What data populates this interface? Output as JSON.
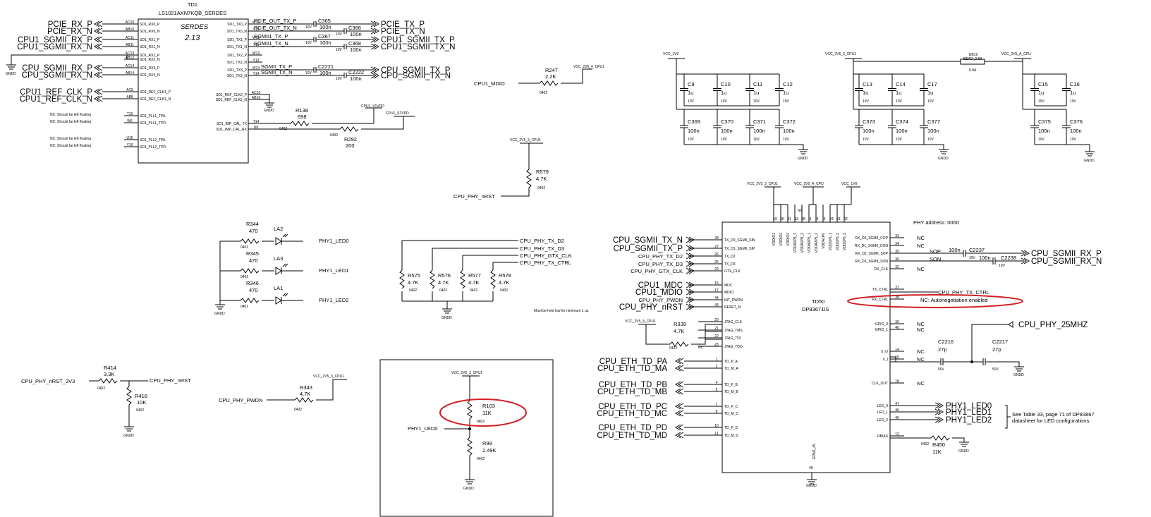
{
  "serdes": {
    "refdes": "TD1",
    "part": "LS1021AXN7KQB_SERDES",
    "handwritten": "SERDES\n2.13",
    "left_nets": [
      "PCIE_RX_P",
      "PCIE_RX_N",
      "CPU1_SGMII_RX_P",
      "CPU1_SGMII_RX_N",
      "CPU_SGMII_RX_P",
      "CPU_SGMII_RX_N",
      "CPU1_REF_CLK_P",
      "CPU1_REF_CLK_N"
    ],
    "left_pins": [
      {
        "num": "AC10",
        "name": "SD1_RX0_P"
      },
      {
        "num": "AB10",
        "name": "SD1_RX0_N"
      },
      {
        "num": "AC11",
        "name": "SD1_RX1_P"
      },
      {
        "num": "AB11",
        "name": "SD1_RX1_N"
      },
      {
        "num": "AC13",
        "name": "SD1_RX2_P"
      },
      {
        "num": "AB13",
        "name": "SD1_RX2_N"
      },
      {
        "num": "AC14",
        "name": "SD1_RX3_P"
      },
      {
        "num": "AB14",
        "name": "SD1_RX3_N"
      },
      {
        "num": "AC8",
        "name": "SD1_REF_CLK1_P"
      },
      {
        "num": "AB8",
        "name": "SD1_REF_CLK1_N"
      },
      {
        "num": "T10",
        "name": "SD1_PLL1_TPA"
      },
      {
        "num": "W6",
        "name": "SD1_PLL1_TPD"
      },
      {
        "num": "U15",
        "name": "SD1_PLL2_TPA"
      },
      {
        "num": "Y16",
        "name": "SD1_PLL2_TPD"
      }
    ],
    "right_pins": [
      {
        "num": "W10",
        "name": "SD1_TX0_P"
      },
      {
        "num": "Y10",
        "name": "SD1_TX0_N"
      },
      {
        "num": "W11",
        "name": "SD1_TX1_P"
      },
      {
        "num": "Y11",
        "name": "SD1_TX1_N"
      },
      {
        "num": "W13",
        "name": "SD1_TX2_P"
      },
      {
        "num": "Y13",
        "name": "SD1_TX2_N"
      },
      {
        "num": "W14",
        "name": "SD1_TX3_P"
      },
      {
        "num": "Y14",
        "name": "SD1_TX3_N"
      },
      {
        "num": "AC16",
        "name": "SD1_REF_CLK2_P"
      },
      {
        "num": "AB16",
        "name": "SD1_REF_CLK2_N"
      },
      {
        "num": "T14",
        "name": "SD1_IMP_CAL_TX"
      },
      {
        "num": "U8",
        "name": "SD1_IMP_CAL_RX"
      }
    ],
    "nc_note": "NC: Should be left floating",
    "tx_nets": [
      "PCIE_OUT_TX_P",
      "PCIE_OUT_TX_N",
      "SGMII1_TX_P",
      "SGMII1_TX_N",
      "SGMII_TX_P",
      "SGMII_TX_N"
    ],
    "tx_caps": [
      "C365",
      "C366",
      "C367",
      "C368",
      "C2221",
      "C2222"
    ],
    "cap_100n": "100n",
    "cap_10v": "10V",
    "tx_out": [
      "PCIE_TX_P",
      "PCIE_TX_N",
      "CPU1_SGMII_TX_P",
      "CPU1_SGMII_TX_N",
      "CPU_SGMII_TX_P",
      "CPU_SGMII_TX_N"
    ],
    "r138": {
      "ref": "R138",
      "val": "698"
    },
    "r292": {
      "ref": "R292",
      "val": "200"
    },
    "x1vdd": "CPU1_X1VDD",
    "s1vdd": "CPU1_S1VDD",
    "pkg": "0402"
  },
  "gnd": "GNDD",
  "mdio": {
    "net": "CPU1_MDIO",
    "ref": "R247",
    "val": "2.2K",
    "rail": "VCC_2V5_4_CPU1"
  },
  "r579": {
    "ref": "R579",
    "val": "4.7K",
    "rail": "VCC_2V5_3_CPU1",
    "net": "CPU_PHY_nRST"
  },
  "decap1": {
    "rail": "VCC_1V0",
    "row1": [
      "C9",
      "C10",
      "C11",
      "C12"
    ],
    "row1_val": "1u",
    "row2": [
      "C369",
      "C370",
      "C371",
      "C372"
    ],
    "row2_val": "100n"
  },
  "decap2": {
    "rail": "VCC_2V5_3_CPU1",
    "row1": [
      "C13",
      "C14",
      "C17"
    ],
    "row1_val": "1u",
    "row2": [
      "C373",
      "C374",
      "C377"
    ],
    "row2_val": "100n"
  },
  "bead": {
    "ref": "EB19",
    "val": "BEAD_0.9A",
    "cur": "0.9A"
  },
  "decap3": {
    "rail": "VCC_2V5_A_CPU",
    "row1": [
      "C15",
      "C16"
    ],
    "row1_val": "1u",
    "row2": [
      "C375",
      "C376"
    ],
    "row2_val": "100n"
  },
  "leds": [
    {
      "r": "R344",
      "val": "470",
      "d": "LA2",
      "net": "PHY1_LED0"
    },
    {
      "r": "R345",
      "val": "470",
      "d": "LA3",
      "net": "PHY1_LED1"
    },
    {
      "r": "R346",
      "val": "470",
      "d": "LA1",
      "net": "PHY1_LED2"
    }
  ],
  "pullups": {
    "nets": [
      "CPU_PHY_TX_D2",
      "CPU_PHY_TX_D3",
      "CPU_PHY_GTX_CLK",
      "CPU_PHY_TX_CTRL"
    ],
    "res": [
      {
        "r": "R575",
        "v": "4.7K"
      },
      {
        "r": "R576",
        "v": "4.7K"
      },
      {
        "r": "R577",
        "v": "4.7K"
      },
      {
        "r": "R578",
        "v": "4.7K"
      }
    ]
  },
  "r414": {
    "ref": "R414",
    "val": "3.3K",
    "in": "CPU_PHY_nRST_3V3",
    "out": "CPU_PHY_nRST"
  },
  "r418": {
    "ref": "R418",
    "val": "10K"
  },
  "r343": {
    "ref": "R343",
    "val": "4.7K",
    "net": "CPU_PHY_PWDN",
    "rail": "VCC_2V5_3_CPU1"
  },
  "strap": {
    "rail": "VCC_2V5_3_CPU1",
    "r103": "R103",
    "v103": "11K",
    "net": "PHY1_LED0",
    "r99": "R99",
    "v99": "2.49K"
  },
  "phy": {
    "refdes": "TD50",
    "part": "DP83671IS",
    "top_rails": [
      "VCC_2V5_3_CPU1",
      "VCC_2V5_A_CPU",
      "VCC_1V0"
    ],
    "nc": "NC",
    "top_pins": [
      {
        "n": "19",
        "name": "VDDIO1"
      },
      {
        "n": "30",
        "name": "VDDIO2"
      },
      {
        "n": "41",
        "name": "VDDIO3"
      },
      {
        "n": "13",
        "name": "VDDA1P8_1"
      },
      {
        "n": "48",
        "name": "VDDA1P8_2"
      },
      {
        "n": "3",
        "name": "VDDA2P5_1"
      },
      {
        "n": "9",
        "name": "VDDA2P5_2"
      },
      {
        "n": "6",
        "name": "VDDA1P0"
      },
      {
        "n": "24",
        "name": "VDD1P0_1"
      },
      {
        "n": "31",
        "name": "VDD1P0_2"
      },
      {
        "n": "42",
        "name": "VDD1P0_3"
      }
    ],
    "phy_addr": "PHY address: 0000",
    "left_nets": [
      "CPU_SGMII_TX_N",
      "CPU_SGMII_TX_P",
      "CPU_PHY_TX_D2",
      "CPU_PHY_TX_D3",
      "CPU_PHY_GTX_CLK",
      "CPU1_MDC",
      "CPU1_MDIO",
      "CPU_PHY_PWDN",
      "CPU_PHY_nRST"
    ],
    "left_pins": [
      {
        "n": "28",
        "name": "TX_D0_SGMII_SIN"
      },
      {
        "n": "27",
        "name": "TX_D1_SGMII_SIP"
      },
      {
        "n": "26",
        "name": "TX_D2"
      },
      {
        "n": "25",
        "name": "TX_D3"
      },
      {
        "n": "29",
        "name": "GTX_CLK"
      },
      {
        "n": "16",
        "name": "MDC"
      },
      {
        "n": "17",
        "name": "MDIO"
      },
      {
        "n": "44",
        "name": "INT_PWDN"
      },
      {
        "n": "43",
        "name": "RESET_N"
      },
      {
        "n": "20",
        "name": "JTAG_CLK"
      },
      {
        "n": "21",
        "name": "JTAG_TMS"
      },
      {
        "n": "22",
        "name": "JTAG_TDI"
      },
      {
        "n": "23",
        "name": "JTAG_TDO"
      },
      {
        "n": "1",
        "name": "TD_P_A"
      },
      {
        "n": "2",
        "name": "TD_M_A"
      },
      {
        "n": "4",
        "name": "TD_P_B"
      },
      {
        "n": "5",
        "name": "TD_M_B"
      },
      {
        "n": "7",
        "name": "TD_P_C"
      },
      {
        "n": "8",
        "name": "TD_M_C"
      },
      {
        "n": "10",
        "name": "TD_P_D"
      },
      {
        "n": "11",
        "name": "TD_M_D"
      }
    ],
    "rst_note": "Must be held low for minimum 1 us.",
    "r339": {
      "ref": "R339",
      "val": "4.7K",
      "rail": "VCC_2V5_3_CPU1"
    },
    "eth_nets": [
      "CPU_ETH_TD_PA",
      "CPU_ETH_TD_MA",
      "CPU_ETH_TD_PB",
      "CPU_ETH_TD_MB",
      "CPU_ETH_TD_PC",
      "CPU_ETH_TD_MC",
      "CPU_ETH_TD_PD",
      "CPU_ETH_TD_MD"
    ],
    "right_pins": [
      {
        "n": "33",
        "name": "RX_D0_SGMII_COP"
      },
      {
        "n": "34",
        "name": "RX_D1_SGMII_CON"
      },
      {
        "n": "35",
        "name": "RX_D2_SGMII_SOP"
      },
      {
        "n": "36",
        "name": "RX_D3_SGMII_SON"
      },
      {
        "n": "32",
        "name": "RX_CLK"
      },
      {
        "n": "37",
        "name": "TX_CTRL"
      },
      {
        "n": "38",
        "name": "RX_CTRL"
      },
      {
        "n": "39",
        "name": "GPIO_0"
      },
      {
        "n": "40",
        "name": "GPIO_1"
      },
      {
        "n": "14",
        "name": "X_O"
      },
      {
        "n": "15",
        "name": "X_I"
      },
      {
        "n": "18",
        "name": "CLK_OUT"
      },
      {
        "n": "47",
        "name": "LED_0"
      },
      {
        "n": "46",
        "name": "LED_1"
      },
      {
        "n": "45",
        "name": "LED_2"
      },
      {
        "n": "12",
        "name": "RBIAS"
      }
    ],
    "sop": "SOP",
    "son": "SON",
    "c2237": "C2237",
    "c2238": "C2238",
    "rx_out": [
      "CPU_SGMII_RX_P",
      "CPU_SGMII_RX_N"
    ],
    "tx_ctrl_net": "CPU_PHY_TX_CTRL",
    "autoneg": "NC: Autonegotiation enabled",
    "clk_net": "CPU_PHY_25MHZ",
    "c2216": "C2216",
    "c2217": "C2217",
    "c27p": "27p",
    "v50": "50V",
    "led_nets": [
      "PHY1_LED0",
      "PHY1_LED1",
      "PHY1_LED2"
    ],
    "led_note": [
      "See Table 33, page 71 of DP83867",
      "datasheet for LED configurations."
    ],
    "r450": {
      "ref": "R450",
      "val": "11K"
    },
    "epad": {
      "n": "49",
      "name": "EPAD_49"
    }
  }
}
